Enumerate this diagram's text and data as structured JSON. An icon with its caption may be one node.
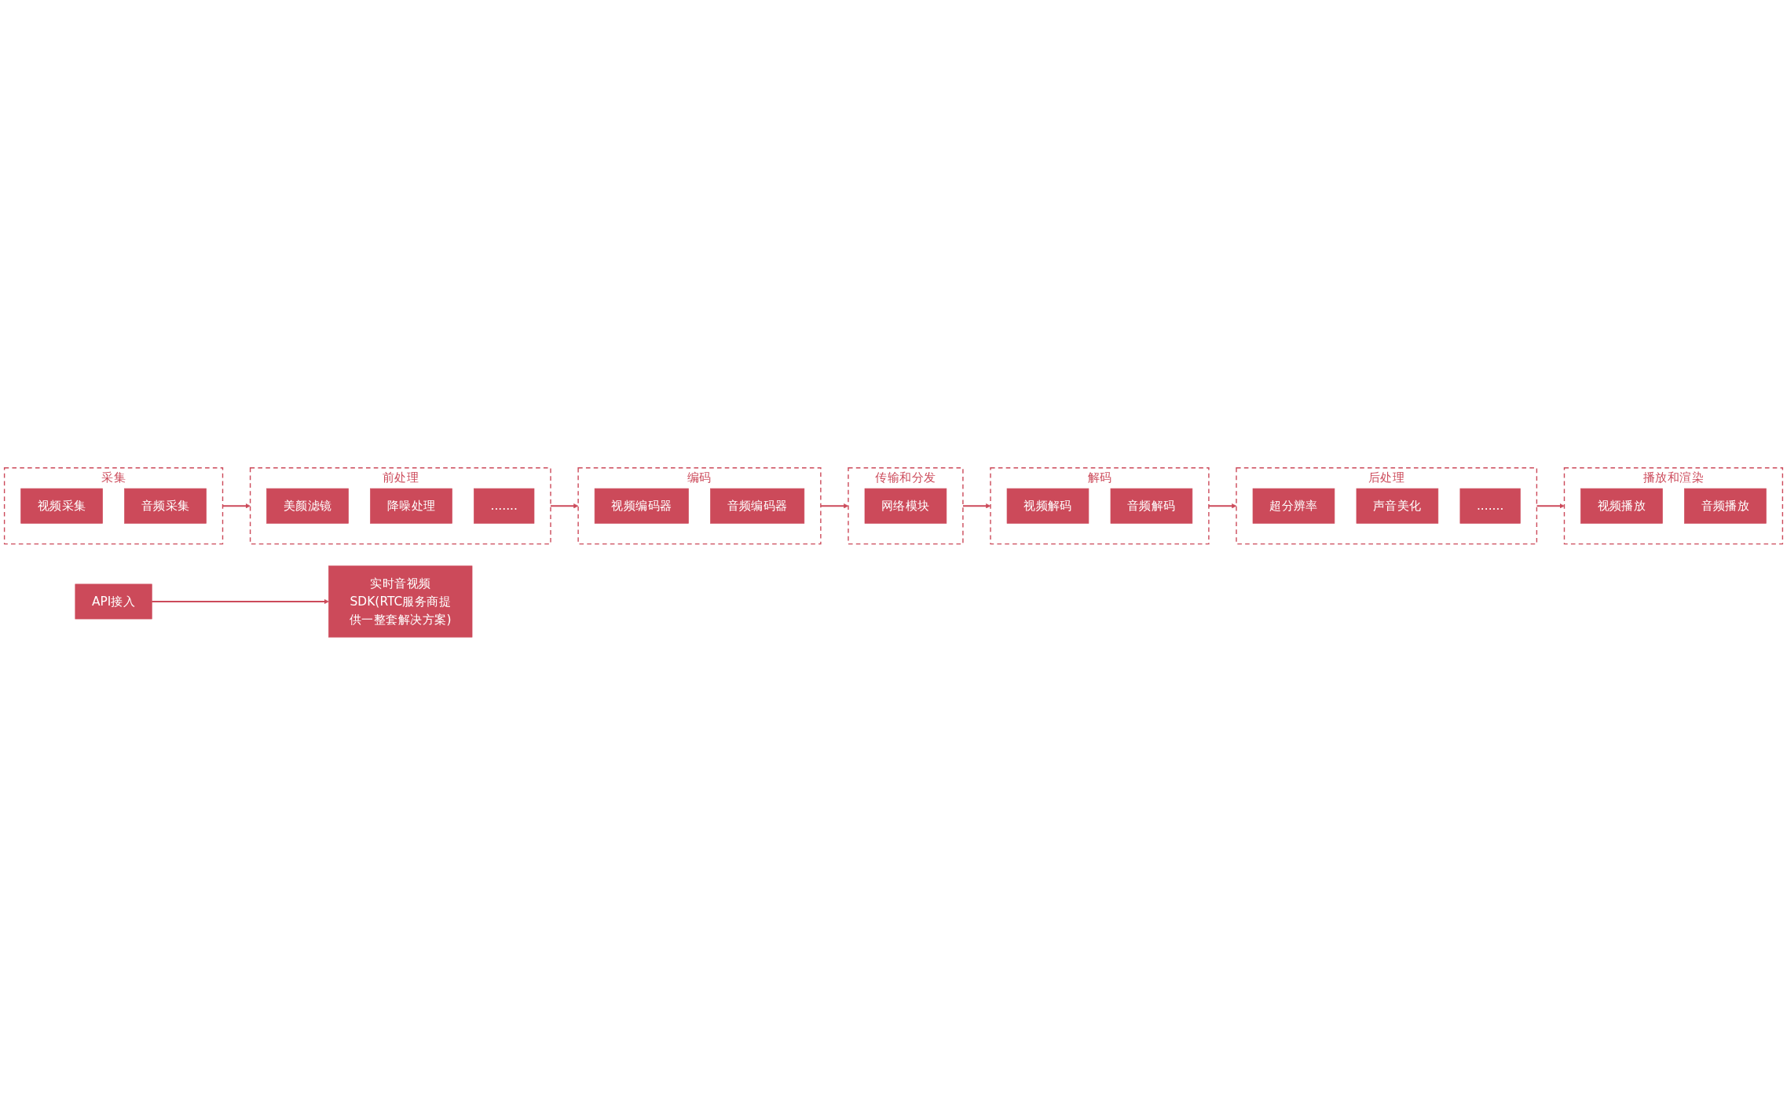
{
  "diagram": {
    "nodes": [
      {
        "text": [
          "API接入"
        ]
      },
      {
        "text": [
          "实时音视频SDK(RTC服务商提供一整套解决方案)"
        ]
      },
      {
        "text": [
          "采集"
        ]
      },
      {
        "text": [
          "视频采集"
        ],
        "in": 2
      },
      {
        "text": [
          "音频采集"
        ],
        "in": 2
      },
      {
        "text": [
          "前处理"
        ]
      },
      {
        "text": [
          "美颜滤镜"
        ],
        "in": 5
      },
      {
        "text": [
          "降噪处理"
        ],
        "in": 5
      },
      {
        "text": [
          "......."
        ],
        "in": 5
      },
      {
        "text": [
          "编码"
        ]
      },
      {
        "text": [
          "视频编码器"
        ],
        "in": 9
      },
      {
        "text": [
          "音频编码器"
        ],
        "in": 9
      },
      {
        "text": [
          "传输和分发"
        ]
      },
      {
        "text": [
          "网络模块"
        ],
        "in": 12
      },
      {
        "text": [
          "解码"
        ]
      },
      {
        "text": [
          "视频解码"
        ],
        "in": 14
      },
      {
        "text": [
          "音频解码"
        ],
        "in": 14
      },
      {
        "text": [
          "后处理"
        ]
      },
      {
        "text": [
          "超分辨率"
        ],
        "in": 17
      },
      {
        "text": [
          "声音美化"
        ],
        "in": 17
      },
      {
        "text": [
          "......."
        ],
        "in": 17
      },
      {
        "text": [
          "播放和渲染"
        ]
      },
      {
        "text": [
          "视频播放"
        ],
        "in": 21
      },
      {
        "text": [
          "音频播放"
        ],
        "in": 21
      }
    ],
    "edges": [
      {
        "from": 0,
        "to": 1,
        "arrow": "to"
      },
      {
        "from": 2,
        "to": 5,
        "arrow": "to"
      },
      {
        "from": 5,
        "to": 9,
        "arrow": "to"
      },
      {
        "from": 9,
        "to": 12,
        "arrow": "to"
      },
      {
        "from": 12,
        "to": 14,
        "arrow": "to"
      },
      {
        "from": 14,
        "to": 17,
        "arrow": "to"
      },
      {
        "from": 17,
        "to": 21,
        "arrow": "to"
      }
    ]
  }
}
